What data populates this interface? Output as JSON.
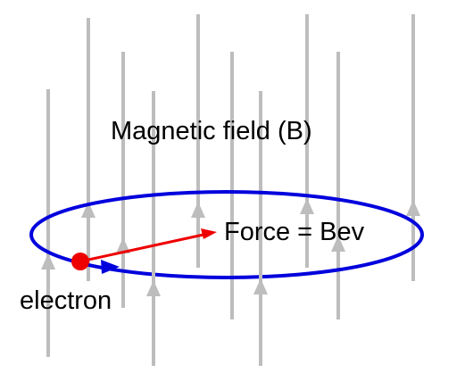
{
  "labels": {
    "field": "Magnetic field (B)",
    "force": "Force = Bev",
    "particle": "electron"
  },
  "colors": {
    "field_lines": "#bdbdbd",
    "orbit": "#0000dd",
    "force_vector": "#ee0000",
    "electron": "#ee0000",
    "text": "#000000",
    "background": "#ffffff"
  }
}
